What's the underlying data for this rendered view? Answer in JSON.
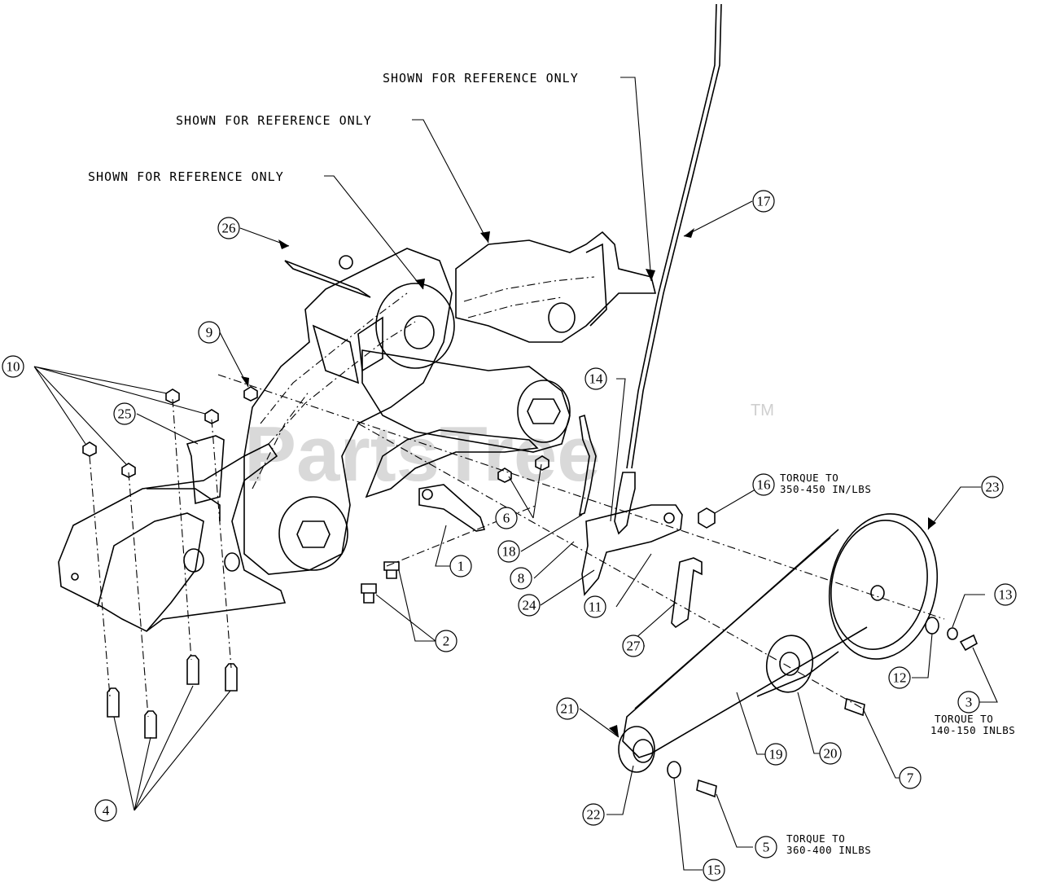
{
  "watermark": {
    "brand": "PartsTree",
    "trademark": "TM"
  },
  "reference_notes": [
    "SHOWN FOR REFERENCE ONLY",
    "SHOWN FOR REFERENCE ONLY",
    "SHOWN FOR REFERENCE ONLY"
  ],
  "torque_notes": {
    "t16": [
      "TORQUE TO",
      "350-450 IN/LBS"
    ],
    "t3": [
      "TORQUE TO",
      "140-150 INLBS"
    ],
    "t5": [
      "TORQUE TO",
      "360-400 INLBS"
    ]
  },
  "callouts": [
    "1",
    "2",
    "3",
    "4",
    "5",
    "6",
    "7",
    "8",
    "9",
    "10",
    "11",
    "12",
    "13",
    "14",
    "15",
    "16",
    "17",
    "18",
    "19",
    "20",
    "21",
    "22",
    "23",
    "24",
    "25",
    "26",
    "27"
  ]
}
